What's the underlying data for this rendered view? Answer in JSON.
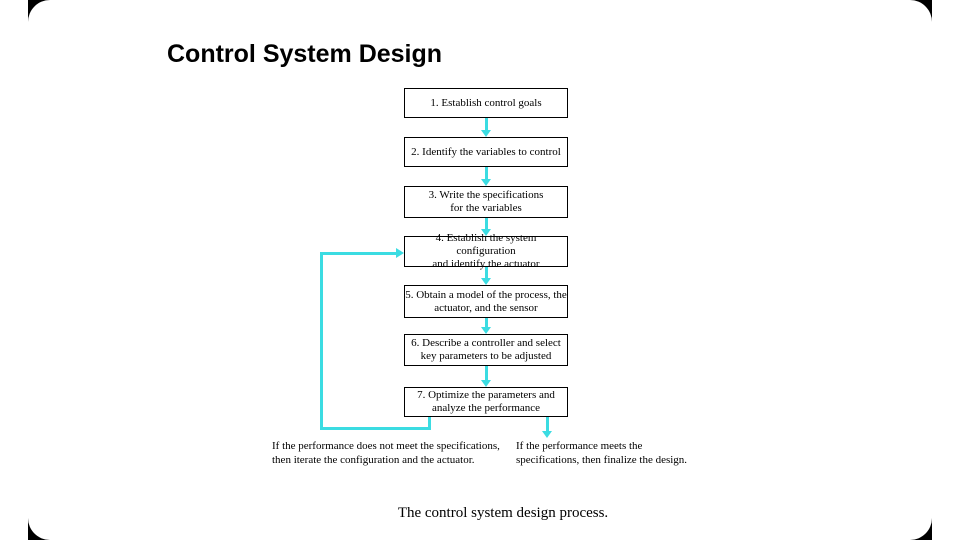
{
  "slide": {
    "title": "Control System Design",
    "caption": "The control system design process."
  },
  "flowchart": {
    "boxes": [
      {
        "lines": [
          "1. Establish control goals",
          ""
        ]
      },
      {
        "lines": [
          "2. Identify the variables to control",
          ""
        ]
      },
      {
        "lines": [
          "3. Write the specifications",
          "for the variables"
        ]
      },
      {
        "lines": [
          "4. Establish the system configuration",
          "and identify the actuator"
        ]
      },
      {
        "lines": [
          "5. Obtain a model of the process, the",
          "actuator, and the sensor"
        ]
      },
      {
        "lines": [
          "6. Describe a controller and select",
          "key parameters to be adjusted"
        ]
      },
      {
        "lines": [
          "7. Optimize the parameters and",
          "analyze the performance"
        ]
      }
    ],
    "fail_note": {
      "lines": [
        "If the performance does not meet the specifications,",
        "then iterate the configuration and the actuator."
      ]
    },
    "pass_note": {
      "lines": [
        "If the performance meets the",
        "specifications, then finalize the design."
      ]
    },
    "colors": {
      "arrow": "#3bdce2",
      "box_border": "#000000",
      "text": "#000000"
    }
  }
}
